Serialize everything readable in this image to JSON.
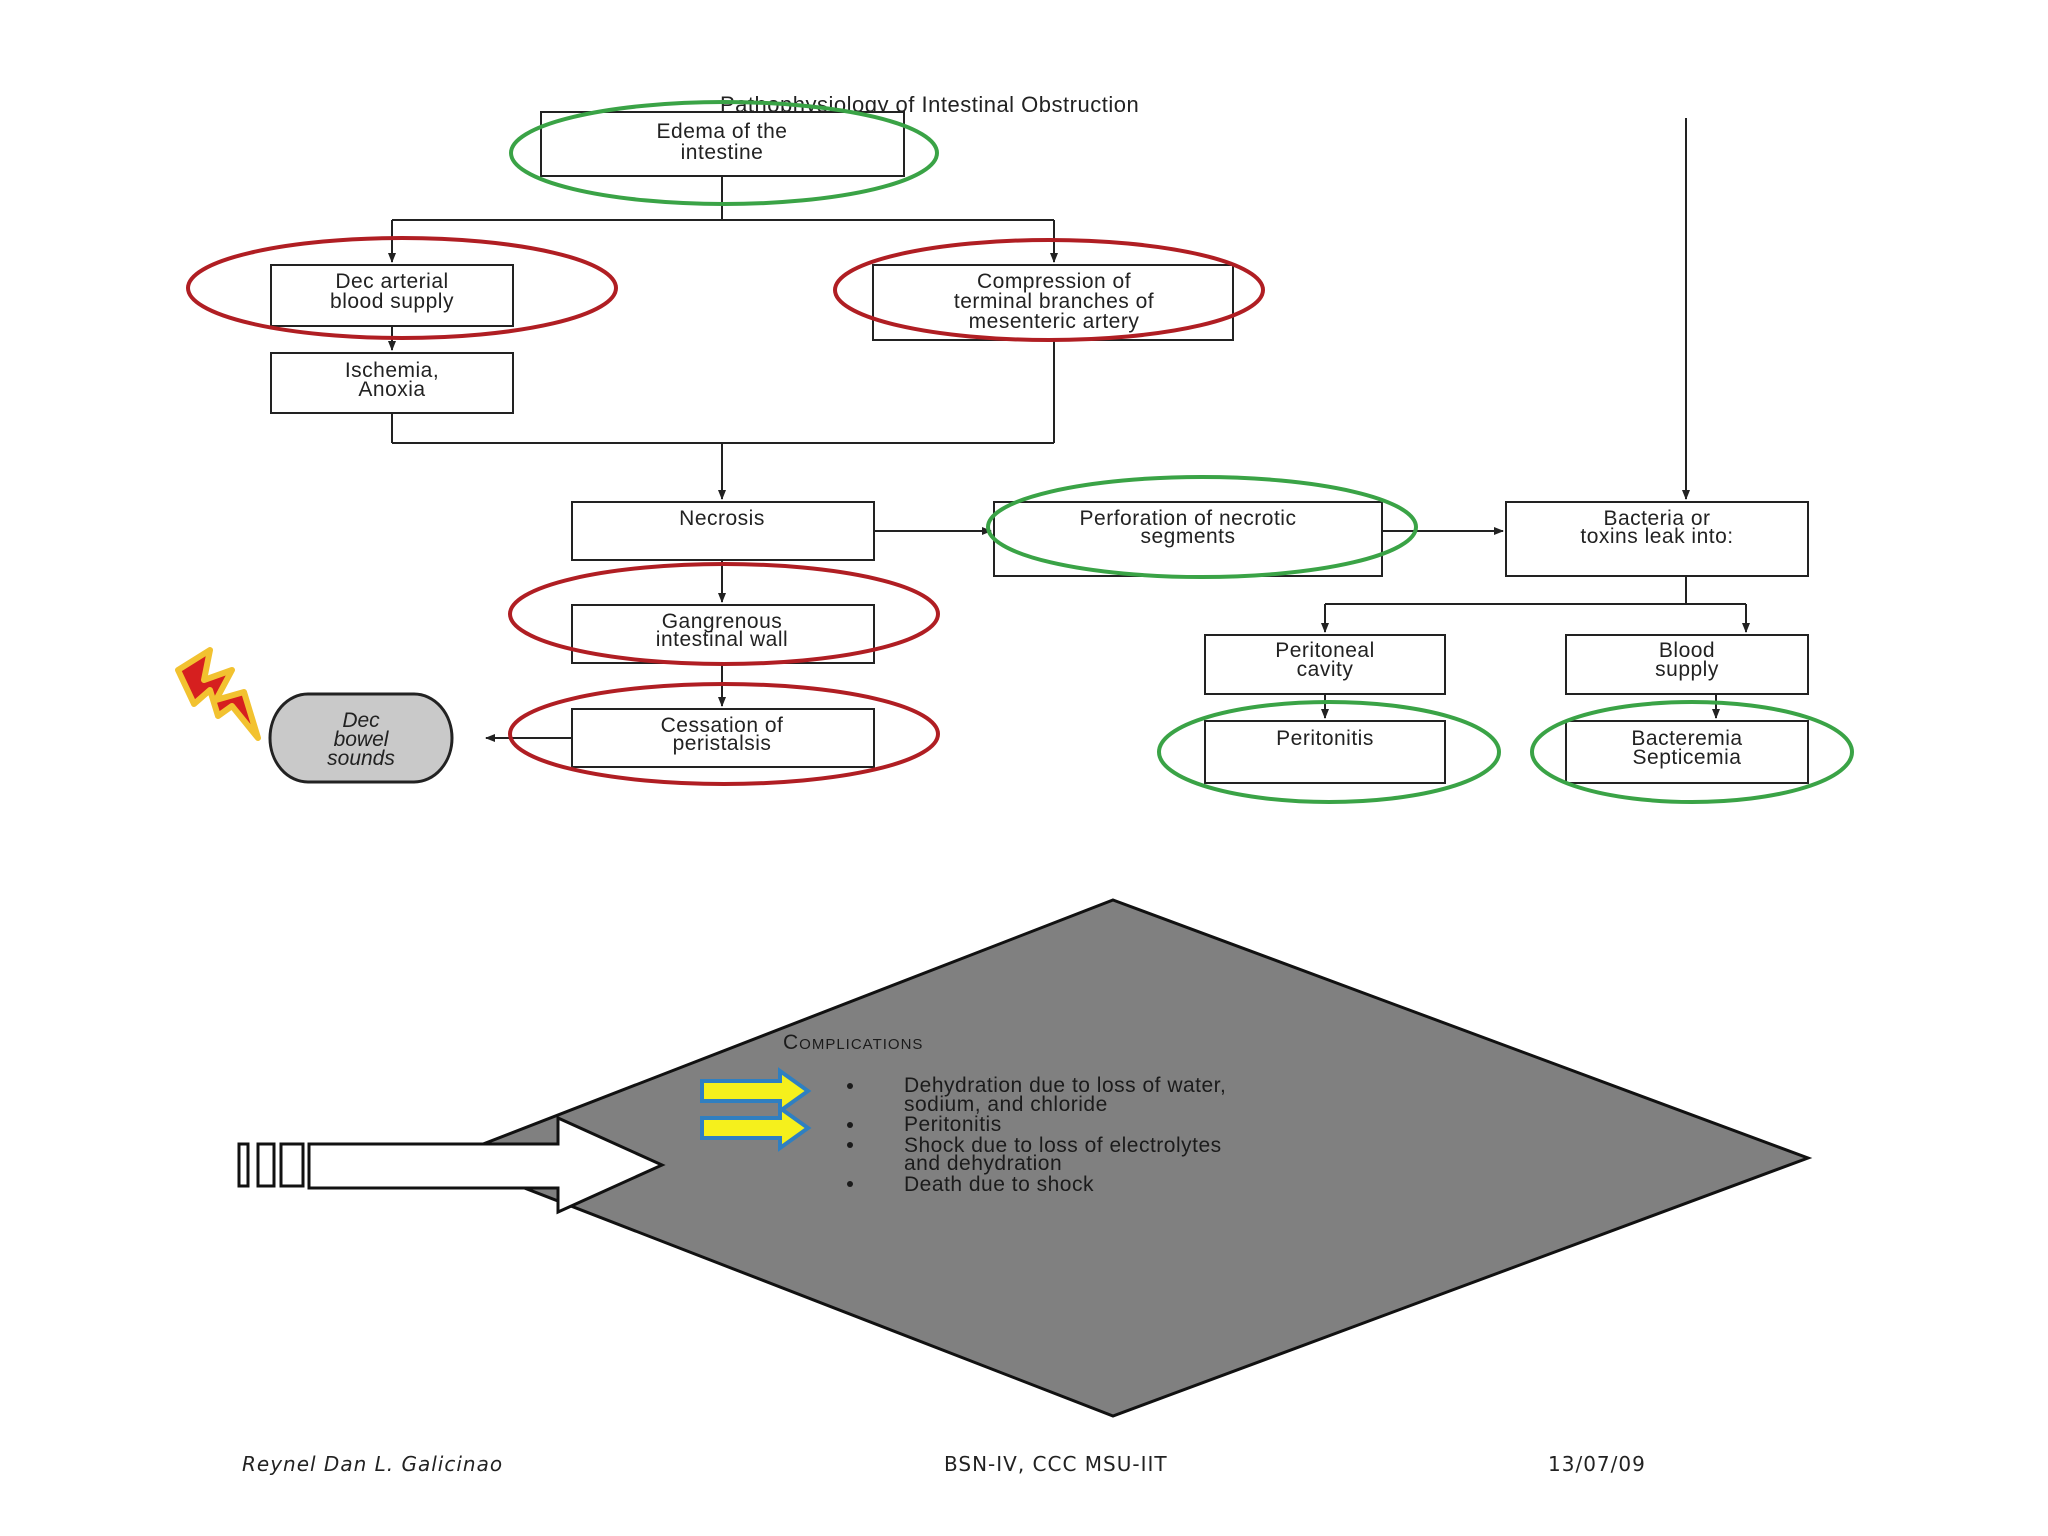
{
  "diagram": {
    "title": "Pathophysiology of Intestinal Obstruction",
    "nodes": {
      "edema": [
        "Edema of the",
        "intestine"
      ],
      "dec_arterial": [
        "Dec arterial",
        "blood supply"
      ],
      "compression": [
        "Compression of",
        "terminal branches of",
        "mesenteric artery"
      ],
      "ischemia": [
        "Ischemia,",
        "Anoxia"
      ],
      "necrosis": [
        "Necrosis"
      ],
      "perforation": [
        "Perforation of necrotic",
        "segments"
      ],
      "bacteria": [
        "Bacteria or",
        "toxins leak into:"
      ],
      "gangrenous": [
        "Gangrenous",
        "intestinal wall"
      ],
      "cessation": [
        "Cessation of",
        "peristalsis"
      ],
      "dec_bowel": [
        "Dec",
        "bowel",
        "sounds"
      ],
      "peritoneal": [
        "Peritoneal",
        "cavity"
      ],
      "blood_supply": [
        "Blood",
        "supply"
      ],
      "peritonitis": [
        "Peritonitis"
      ],
      "bacteremia": [
        "Bacteremia",
        "Septicemia"
      ]
    }
  },
  "complications": {
    "heading": "Complications",
    "items": [
      [
        "Dehydration due to loss of water,",
        "sodium, and chloride"
      ],
      [
        "Peritonitis"
      ],
      [
        "Shock due to loss of electrolytes",
        "and dehydration"
      ],
      [
        "Death due to shock"
      ]
    ]
  },
  "footer": {
    "author": "Reynel Dan L. Galicinao",
    "course": "BSN-IV, CCC MSU-IIT",
    "date": "13/07/09"
  },
  "colors": {
    "red_highlight": "#b01e23",
    "green_highlight": "#3aa346",
    "diamond_fill": "#808080",
    "arrow_yellow": "#f5f01c",
    "arrow_blue": "#2f7fc1"
  }
}
